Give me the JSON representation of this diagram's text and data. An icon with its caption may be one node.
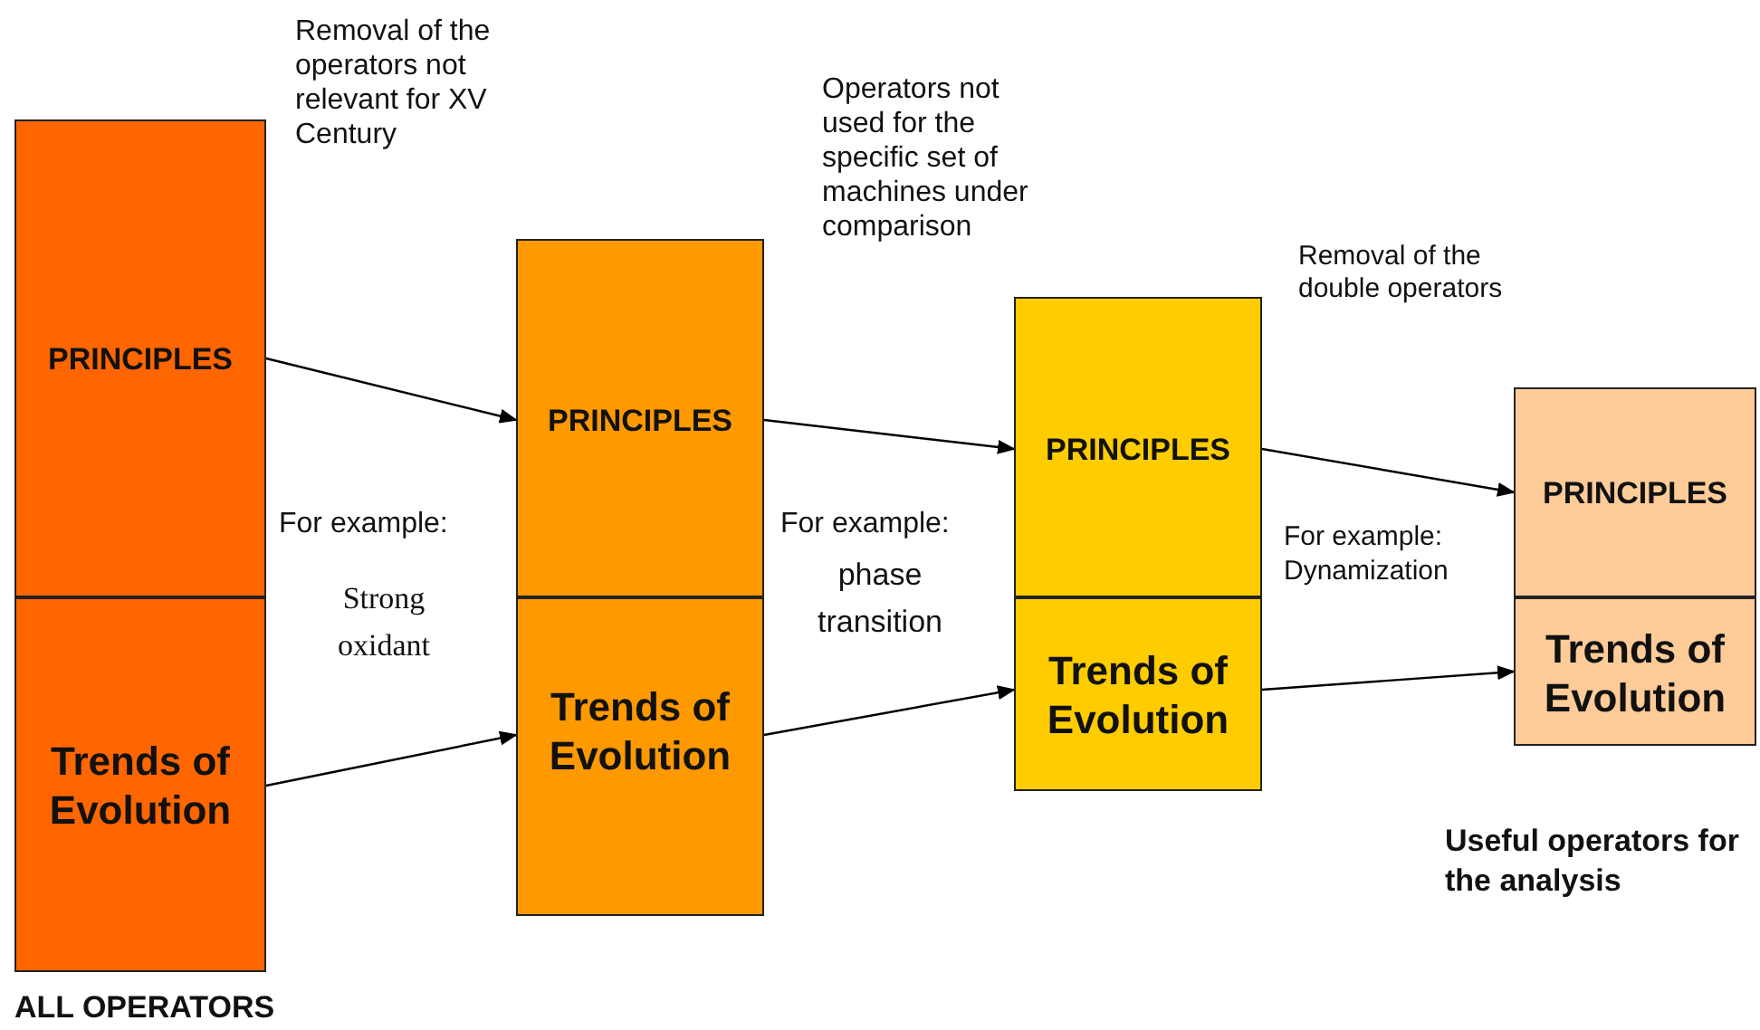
{
  "diagram": {
    "nodes": [
      {
        "text": [
          "PRINCIPLES"
        ]
      },
      {
        "text": [
          "Trends of Evolution"
        ],
        "beside": [
          "ALL OPERATORS"
        ]
      },
      {
        "text": [
          "PRINCIPLES"
        ]
      },
      {
        "text": [
          "Trends of Evolution"
        ]
      },
      {
        "text": [
          "PRINCIPLES"
        ]
      },
      {
        "text": [
          "Trends of Evolution"
        ]
      },
      {
        "text": [
          "PRINCIPLES"
        ]
      },
      {
        "text": [
          "Trends of Evolution"
        ],
        "beside": [
          "Useful operators for the analysis"
        ]
      }
    ],
    "edges": [
      {
        "from": 0,
        "to": 2,
        "arrow": "to"
      },
      {
        "from": 2,
        "to": 4,
        "arrow": "to"
      },
      {
        "from": 4,
        "to": 6,
        "arrow": "to"
      },
      {
        "from": 1,
        "to": 3,
        "arrow": "to"
      },
      {
        "from": 3,
        "to": 5,
        "arrow": "to"
      },
      {
        "from": 5,
        "to": 7,
        "arrow": "to"
      }
    ],
    "labels": [
      "Removal of the operators not relevant for XV Century",
      "Operators not used for the specific set of machines under comparison",
      "Removal of the double operators",
      "For example:",
      "Strong oxidant",
      "For example:",
      "phase transition",
      "For example: Dynamization"
    ]
  }
}
